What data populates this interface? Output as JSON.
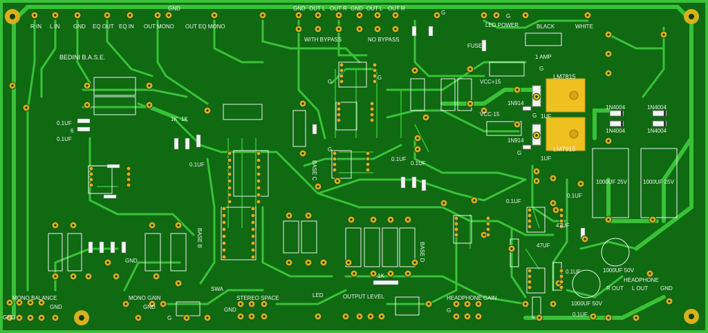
{
  "colors": {
    "board": "#0f6a12",
    "trace": "#39c238",
    "pad": "#d8b11a",
    "silk": "#f2f2f2",
    "reg": "#f0c020"
  },
  "header": {
    "r_in": "R IN",
    "l_in": "L IN",
    "gnd1": "GND",
    "eq_out": "EQ OUT",
    "eq_in": "EQ IN",
    "out_mono": "OUT MONO",
    "out_eq_mono": "OUT EQ MONO",
    "gnd_top": "GND",
    "gnd2": "GND",
    "out_l1": "OUT L",
    "out_r1": "OUT R",
    "gnd3": "GND",
    "out_l2": "OUT L",
    "out_r2": "OUT R",
    "with_bypass": "WITH BYPASS",
    "no_bypass": "NO BYPASS",
    "g1": "G",
    "g2": "G",
    "led_power": "LED POWER",
    "black": "BLACK",
    "white": "WHITE"
  },
  "title": "BEDINI B.A.S.E.",
  "labels": {
    "fuse": "FUSE",
    "amp": "1 AMP",
    "lm7815": "LM7815",
    "lm7915": "LM7915",
    "vcc_pos": "VCC+15",
    "vcc_neg": "VCC-15",
    "n4148a": "1N914",
    "n4148b": "1N914",
    "d1": "1N4004",
    "d2": "1N4004",
    "d3": "1N4004",
    "d4": "1N4004",
    "uf1": "1UF",
    "uf2": "1UF",
    "cap1000a": "1000UF 25V",
    "cap1000b": "1000UF 25V",
    "cap1000c": "1000UF 50V",
    "cap1000d": "1000UF 50V",
    "headphone": "HEADPHONE",
    "r_out": "R OUT",
    "l_out": "L OUT",
    "gnd_hp": "GND",
    "uf01a": "0.1UF",
    "uf01b": "0.1UF",
    "uf01c": "0.1UF",
    "uf01d": "0.1UF",
    "uf01e": "0.1UF",
    "uf01f": "0.1UF",
    "uf01g": "0.1UF",
    "uf01h": "0.1UF",
    "uf01i": "0.1UF",
    "k1a": "1K",
    "k1b": "1K",
    "k1c": "1K",
    "uf47a": "47UF",
    "uf47b": "47UF",
    "base_c": "BASE C",
    "base_b": "BASE B",
    "base_d": "BASE D",
    "mono_balance": "MONO BALANCE",
    "mono_gain": "MONO GAIN",
    "stereo_space": "STEREO SPACE",
    "led": "LED",
    "output_level": "OUTPUT LEVEL",
    "headphone_gain": "HEADPHONE GAIN",
    "swa": "SWA",
    "gnd_a": "GND",
    "gnd_b": "GND",
    "gnd_c": "GND",
    "gnd_d": "GND",
    "gnd_e": "GND",
    "g_a": "G",
    "g_b": "G",
    "g_c": "G",
    "g_d": "G",
    "g_e": "G",
    "g_f": "G",
    "g_g": "G",
    "g_h": "G",
    "six": "6"
  }
}
